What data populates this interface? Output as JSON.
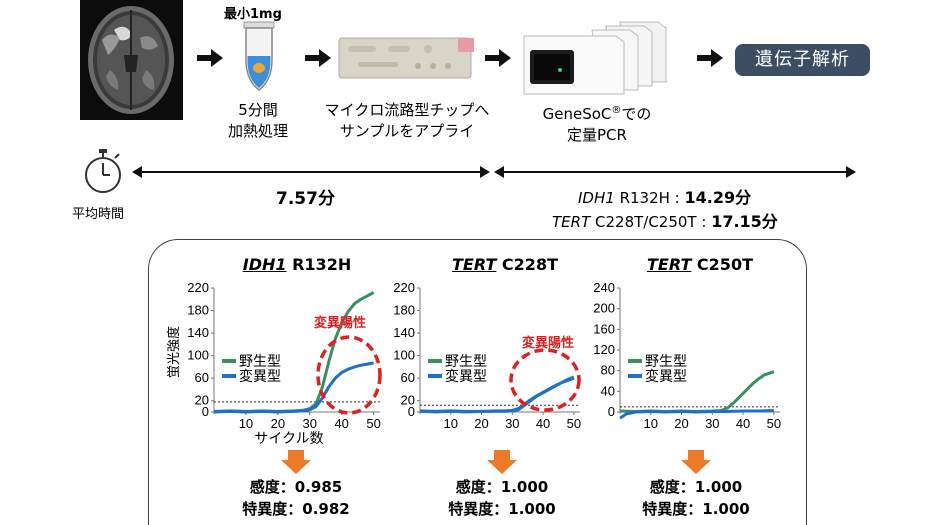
{
  "steps": [
    {
      "id": "heat",
      "top_label": "最小1mg",
      "caption": [
        "5分間",
        "加熱処理"
      ]
    },
    {
      "id": "chip",
      "caption": [
        "マイクロ流路型チップへ",
        "サンプルをアプライ"
      ]
    },
    {
      "id": "pcr",
      "caption_main": "GeneSoC",
      "caption_sup": "®",
      "caption_tail": "での",
      "caption_line2": "定量PCR"
    },
    {
      "id": "analysis",
      "badge": "遺伝子解析"
    }
  ],
  "timeline": {
    "stopwatch_label": "平均時間",
    "seg1": "7.57分",
    "seg2_line1_italic": "IDH1",
    "seg2_line1_rest": " R132H : ",
    "seg2_line1_value": "14.29分",
    "seg2_line2_italic": "TERT",
    "seg2_line2_rest": " C228T/C250T : ",
    "seg2_line2_value": "17.15分"
  },
  "colors": {
    "wildtype": "#3a8f5f",
    "mutant": "#1f6fd1",
    "highlight": "#e02020",
    "arrow_down": "#ec7a28",
    "badge": "#3c4e63"
  },
  "chart_data": [
    {
      "type": "line",
      "title_italic": "IDH1",
      "title_rest": " R132H",
      "ylabel": "蛍光強度",
      "xlabel": "サイクル数",
      "xlim": [
        0,
        52
      ],
      "ylim": [
        0,
        220
      ],
      "yticks": [
        0,
        20,
        60,
        100,
        140,
        180,
        220
      ],
      "xticks": [
        10,
        20,
        30,
        40,
        50
      ],
      "threshold": 18,
      "legend": [
        "野生型",
        "変異型"
      ],
      "annotation": "変異陽性",
      "series": [
        {
          "name": "野生型",
          "x": [
            0,
            5,
            10,
            15,
            20,
            25,
            28,
            30,
            32,
            34,
            36,
            38,
            40,
            42,
            44,
            46,
            48,
            50
          ],
          "values": [
            1,
            2,
            1,
            2,
            1,
            2,
            3,
            6,
            15,
            45,
            90,
            130,
            158,
            178,
            192,
            200,
            206,
            212
          ]
        },
        {
          "name": "変異型",
          "x": [
            0,
            5,
            10,
            15,
            20,
            25,
            28,
            30,
            32,
            34,
            36,
            38,
            40,
            42,
            44,
            46,
            48,
            50
          ],
          "values": [
            0,
            1,
            0,
            1,
            0,
            1,
            2,
            4,
            10,
            25,
            45,
            60,
            70,
            76,
            80,
            83,
            85,
            87
          ]
        }
      ],
      "stats": [
        "感度：0.985",
        "特異度：0.982"
      ]
    },
    {
      "type": "line",
      "title_italic": "TERT",
      "title_rest": " C228T",
      "xlim": [
        0,
        52
      ],
      "ylim": [
        0,
        220
      ],
      "yticks": [
        0,
        20,
        60,
        100,
        140,
        180,
        220
      ],
      "xticks": [
        10,
        20,
        30,
        40,
        50
      ],
      "threshold": 12,
      "legend": [
        "野生型",
        "変異型"
      ],
      "annotation": "変異陽性",
      "series": [
        {
          "name": "野生型",
          "x": [
            0,
            5,
            10,
            15,
            20,
            25,
            28,
            30,
            32,
            34,
            36,
            38,
            40,
            42,
            44,
            46,
            48,
            50
          ],
          "values": [
            1,
            0,
            1,
            0,
            1,
            1,
            1,
            2,
            4,
            12,
            20,
            28,
            34,
            40,
            46,
            52,
            58,
            62
          ]
        },
        {
          "name": "変異型",
          "x": [
            0,
            5,
            10,
            15,
            20,
            25,
            28,
            30,
            32,
            34,
            36,
            38,
            40,
            42,
            44,
            46,
            48,
            50
          ],
          "values": [
            2,
            1,
            2,
            1,
            1,
            2,
            2,
            3,
            6,
            14,
            22,
            29,
            35,
            41,
            47,
            52,
            56,
            60
          ]
        }
      ],
      "stats": [
        "感度：1.000",
        "特異度：1.000"
      ]
    },
    {
      "type": "line",
      "title_italic": "TERT",
      "title_rest": " C250T",
      "xlim": [
        0,
        52
      ],
      "ylim": [
        0,
        240
      ],
      "yticks": [
        0,
        40,
        80,
        120,
        160,
        200,
        240
      ],
      "xticks": [
        10,
        20,
        30,
        40,
        50
      ],
      "threshold": 10,
      "legend": [
        "野生型",
        "変異型"
      ],
      "series": [
        {
          "name": "野生型",
          "x": [
            0,
            5,
            10,
            15,
            20,
            25,
            30,
            33,
            35,
            37,
            39,
            41,
            43,
            45,
            47,
            50
          ],
          "values": [
            2,
            1,
            2,
            1,
            2,
            1,
            2,
            3,
            8,
            18,
            30,
            42,
            54,
            64,
            72,
            78
          ]
        },
        {
          "name": "変異型",
          "x": [
            0,
            2,
            5,
            10,
            15,
            20,
            25,
            30,
            35,
            40,
            45,
            50
          ],
          "values": [
            -12,
            -4,
            0,
            1,
            0,
            1,
            0,
            1,
            1,
            2,
            2,
            3
          ]
        }
      ],
      "stats": [
        "感度：1.000",
        "特異度：1.000"
      ]
    }
  ]
}
